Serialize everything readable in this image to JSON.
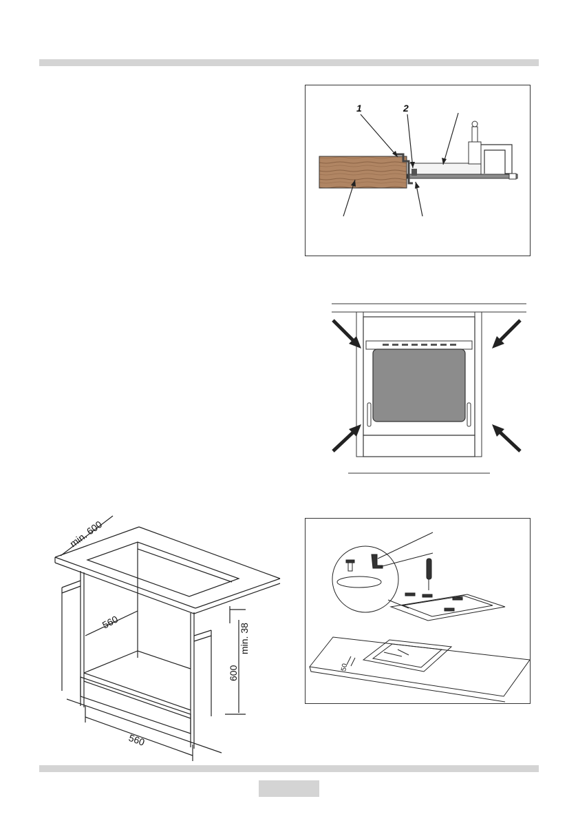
{
  "figure_top": {
    "callouts": [
      "1",
      "2"
    ]
  },
  "figure_cabinet": {
    "dimensions": {
      "depth": "min. 600",
      "inner_depth": "560",
      "height": "600",
      "gap": "min. 38",
      "width": "560"
    }
  }
}
